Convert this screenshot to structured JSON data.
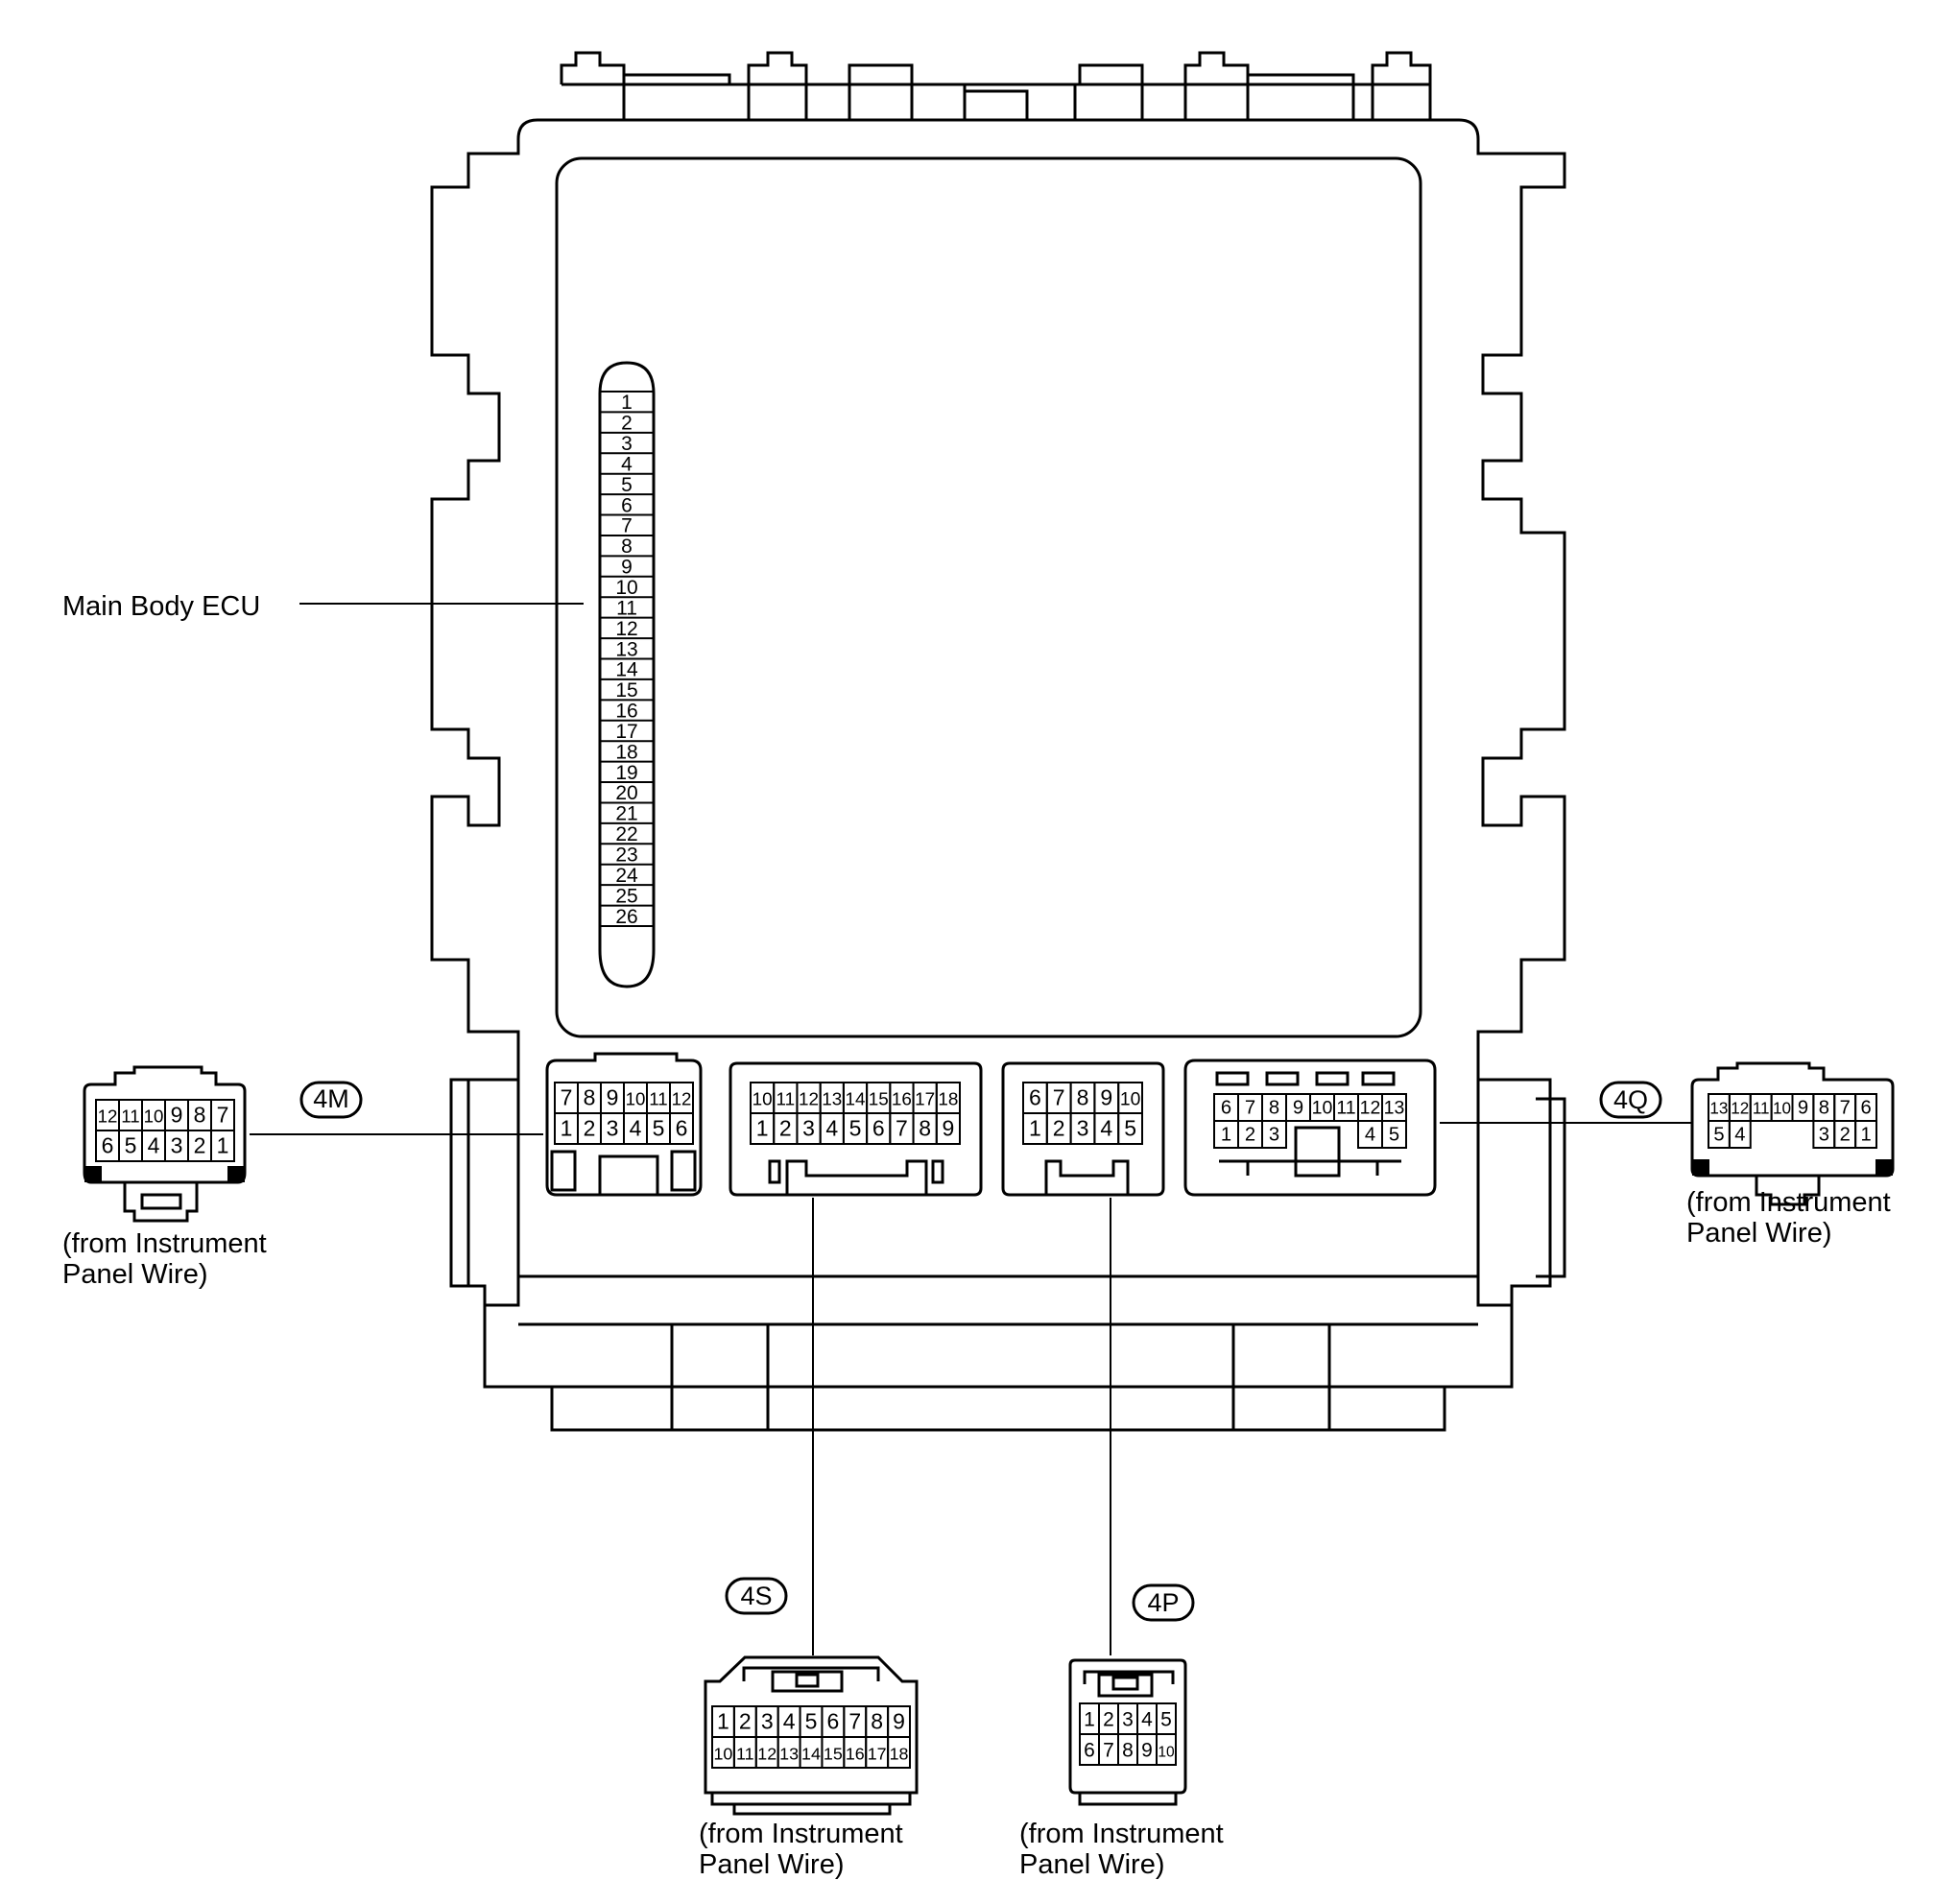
{
  "ecu": {
    "label": "Main Body ECU",
    "fuse_numbers": [
      "1",
      "2",
      "3",
      "4",
      "5",
      "6",
      "7",
      "8",
      "9",
      "10",
      "11",
      "12",
      "13",
      "14",
      "15",
      "16",
      "17",
      "18",
      "19",
      "20",
      "21",
      "22",
      "23",
      "24",
      "25",
      "26"
    ]
  },
  "connectors": [
    {
      "id": "4M",
      "source_text": [
        "(from Instrument",
        "Panel Wire)"
      ],
      "receptacle_rows": [
        [
          "7",
          "8",
          "9",
          "10",
          "11",
          "12"
        ],
        [
          "1",
          "2",
          "3",
          "4",
          "5",
          "6"
        ]
      ],
      "plug_rows": [
        [
          "12",
          "11",
          "10",
          "9",
          "8",
          "7"
        ],
        [
          "6",
          "5",
          "4",
          "3",
          "2",
          "1"
        ]
      ]
    },
    {
      "id": "4S",
      "source_text": [
        "(from Instrument",
        "Panel Wire)"
      ],
      "receptacle_rows": [
        [
          "10",
          "11",
          "12",
          "13",
          "14",
          "15",
          "16",
          "17",
          "18"
        ],
        [
          "1",
          "2",
          "3",
          "4",
          "5",
          "6",
          "7",
          "8",
          "9"
        ]
      ],
      "plug_rows": [
        [
          "1",
          "2",
          "3",
          "4",
          "5",
          "6",
          "7",
          "8",
          "9"
        ],
        [
          "10",
          "11",
          "12",
          "13",
          "14",
          "15",
          "16",
          "17",
          "18"
        ]
      ]
    },
    {
      "id": "4P",
      "source_text": [
        "(from Instrument",
        "Panel Wire)"
      ],
      "receptacle_rows": [
        [
          "6",
          "7",
          "8",
          "9",
          "10"
        ],
        [
          "1",
          "2",
          "3",
          "4",
          "5"
        ]
      ],
      "plug_rows": [
        [
          "1",
          "2",
          "3",
          "4",
          "5"
        ],
        [
          "6",
          "7",
          "8",
          "9",
          "10"
        ]
      ]
    },
    {
      "id": "4Q",
      "source_text": [
        "(from Instrument",
        "Panel Wire)"
      ],
      "receptacle_rows": [
        [
          "6",
          "7",
          "8",
          "9",
          "10",
          "11",
          "12",
          "13"
        ],
        [
          "1",
          "2",
          "3",
          "",
          "",
          "",
          "4",
          "5"
        ]
      ],
      "plug_rows": [
        [
          "13",
          "12",
          "11",
          "10",
          "9",
          "8",
          "7",
          "6"
        ],
        [
          "5",
          "4",
          "",
          "",
          "",
          "3",
          "2",
          "1"
        ]
      ]
    }
  ]
}
